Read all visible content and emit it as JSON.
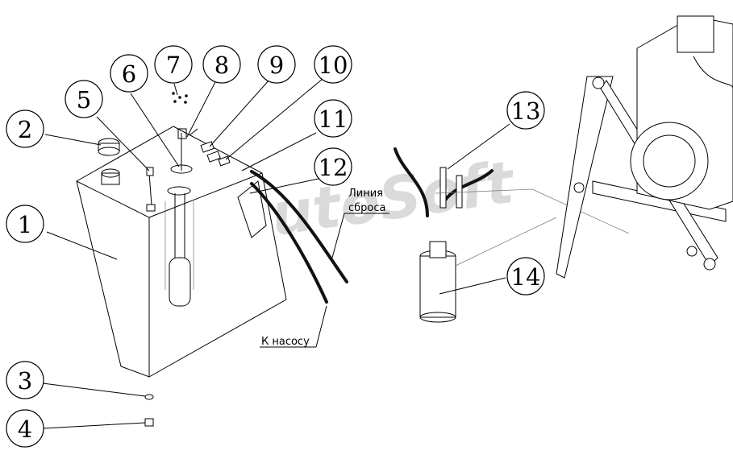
{
  "callouts": [
    "1",
    "2",
    "3",
    "4",
    "5",
    "6",
    "7",
    "8",
    "9",
    "10",
    "11",
    "12",
    "13",
    "14"
  ],
  "labels": {
    "drain_line_1": "Линия",
    "drain_line_2": "сброса",
    "to_pump": "К насосу"
  },
  "watermark": "AutoSoft"
}
